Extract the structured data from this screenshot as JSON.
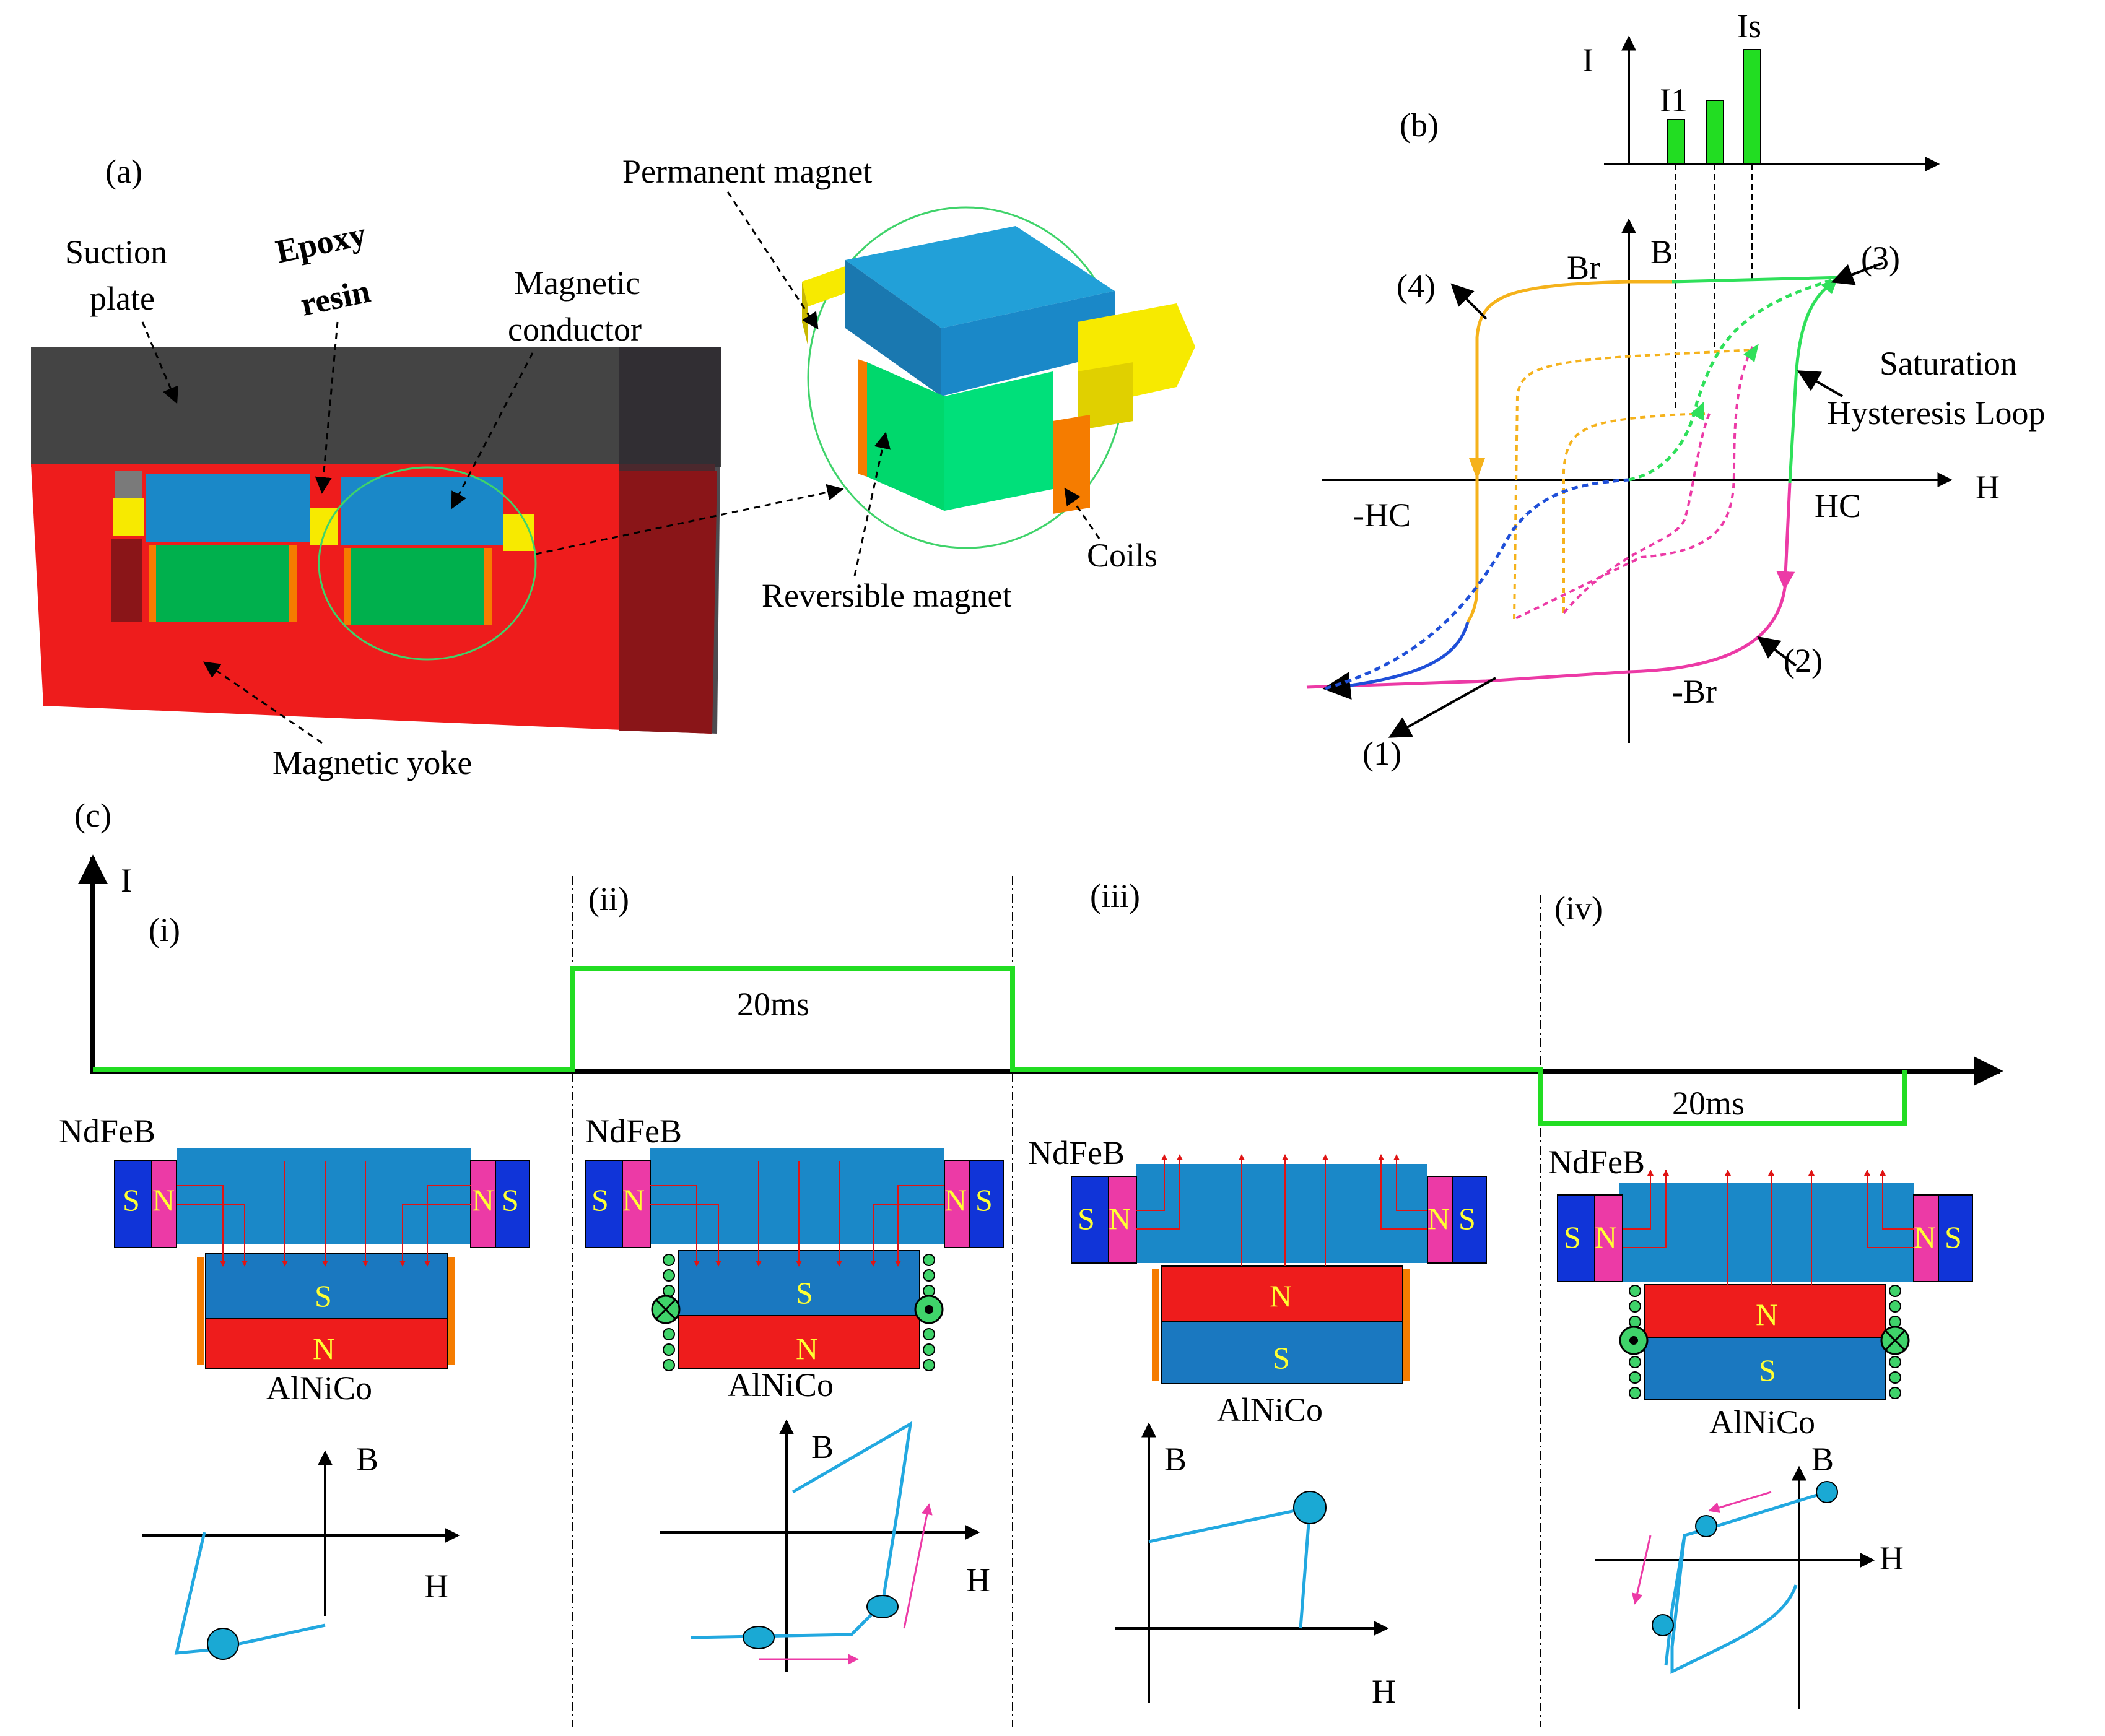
{
  "panel_a": {
    "tag": "(a)",
    "suction_plate": [
      "Suction",
      "plate"
    ],
    "epoxy_resin": [
      "Epoxy",
      "resin"
    ],
    "magnetic_conductor": [
      "Magnetic",
      "conductor"
    ],
    "permanent_magnet": "Permanent magnet",
    "coils": "Coils",
    "reversible_magnet": "Reversible magnet",
    "magnetic_yoke": "Magnetic yoke"
  },
  "panel_b": {
    "tag": "(b)",
    "pulse_axis": "I",
    "pulse_first": "I1",
    "pulse_sat": "Is",
    "axis_b": "B",
    "axis_h": "H",
    "br": "Br",
    "neg_br": "-Br",
    "hc": "HC",
    "neg_hc": "-HC",
    "marker_1": "(1)",
    "marker_2": "(2)",
    "marker_3": "(3)",
    "marker_4": "(4)",
    "saturation": [
      "Saturation",
      "Hysteresis Loop"
    ]
  },
  "panel_c": {
    "tag": "(c)",
    "current_axis": "I",
    "stages": [
      "(i)",
      "(ii)",
      "(iii)",
      "(iv)"
    ],
    "pulse_width": "20ms",
    "ndfeb": "NdFeB",
    "alnico": "AlNiCo",
    "pole_s": "S",
    "pole_n": "N",
    "axis_b": "B",
    "axis_h": "H"
  },
  "colors": {
    "blue_magnet": "#1a88c8",
    "yoke_red": "#ee1c1c",
    "plate_grey": "#444444",
    "magnet_green": "#00d86c",
    "epoxy_yellow": "#f7ea00",
    "coil_orange": "#f57c00",
    "pulse_green": "#22dd22",
    "loop_orange": "#f5b21b",
    "loop_green": "#2fe05a",
    "loop_magenta": "#ec3aa6",
    "loop_blue": "#1f4fd8",
    "flux_red": "#e01414",
    "bh_cyan": "#22a8e0"
  }
}
